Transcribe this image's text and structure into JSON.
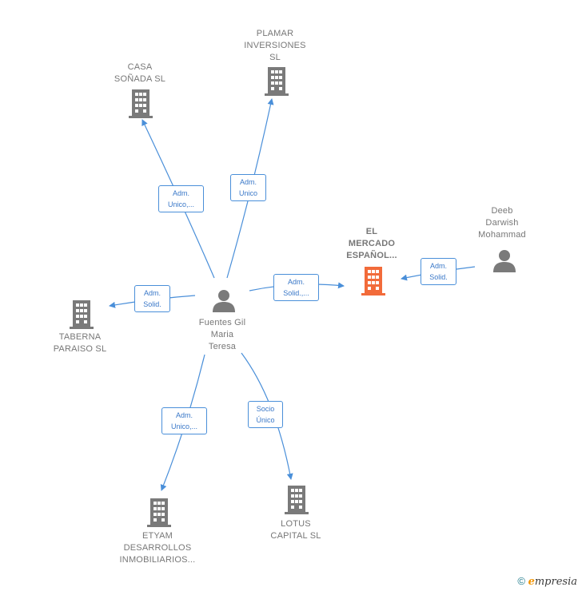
{
  "nodes": {
    "center": {
      "name": "Fuentes Gil\nMaria\nTeresa",
      "icon": "person-icon"
    },
    "focus": {
      "name": "EL\nMERCADO\nESPAÑOL...",
      "icon": "building-icon",
      "color": "#f26b3a"
    },
    "casa": {
      "name": "CASA\nSOÑADA  SL",
      "icon": "building-icon"
    },
    "plamar": {
      "name": "PLAMAR\nINVERSIONES\nSL",
      "icon": "building-icon"
    },
    "deeb": {
      "name": "Deeb\nDarwish\nMohammad",
      "icon": "person-icon"
    },
    "taberna": {
      "name": "TABERNA\nPARAISO  SL",
      "icon": "building-icon"
    },
    "etyam": {
      "name": "ETYAM\nDESARROLLOS\nINMOBILIARIOS...",
      "icon": "building-icon"
    },
    "lotus": {
      "name": "LOTUS\nCAPITAL SL",
      "icon": "building-icon"
    }
  },
  "edges": {
    "casa": "Adm.\nUnico,...",
    "plamar": "Adm.\nUnico",
    "taberna": "Adm.\nSolid.",
    "focus": "Adm.\nSolid.,...",
    "deeb": "Adm.\nSolid.",
    "etyam": "Adm.\nUnico,...",
    "lotus": "Socio\nÚnico"
  },
  "colors": {
    "edge": "#4a8fd9",
    "icon": "#7a7a7a",
    "focus_icon": "#f26b3a"
  },
  "footer": {
    "copyright": "©",
    "brand_initial": "e",
    "brand_rest": "mpresia"
  }
}
